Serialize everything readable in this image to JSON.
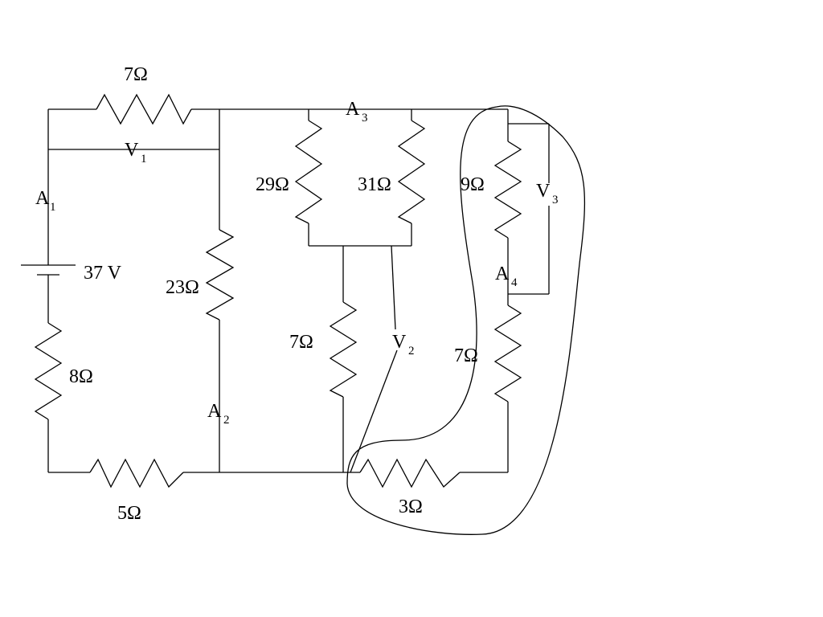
{
  "colors": {
    "ink": "#000000",
    "background": "#ffffff"
  },
  "components": {
    "battery": {
      "label": "37 V"
    },
    "r_top_left": {
      "label": "7Ω"
    },
    "r_left": {
      "label": "8Ω"
    },
    "r_bottom_left": {
      "label": "5Ω"
    },
    "r_mid_vertical": {
      "label": "23Ω"
    },
    "r_parallel_a": {
      "label": "29Ω"
    },
    "r_parallel_b": {
      "label": "31Ω"
    },
    "r_center": {
      "label": "7Ω"
    },
    "r_right_upper": {
      "label": "9Ω"
    },
    "r_right_lower": {
      "label": "7Ω"
    },
    "r_bottom_right": {
      "label": "3Ω"
    }
  },
  "meters": {
    "A1": {
      "letter": "A",
      "index": "1"
    },
    "A2": {
      "letter": "A",
      "index": "2"
    },
    "A3": {
      "letter": "A",
      "index": "3"
    },
    "A4": {
      "letter": "A",
      "index": "4"
    },
    "V1": {
      "letter": "V",
      "index": "1"
    },
    "V2": {
      "letter": "V",
      "index": "2"
    },
    "V3": {
      "letter": "V",
      "index": "3"
    }
  }
}
